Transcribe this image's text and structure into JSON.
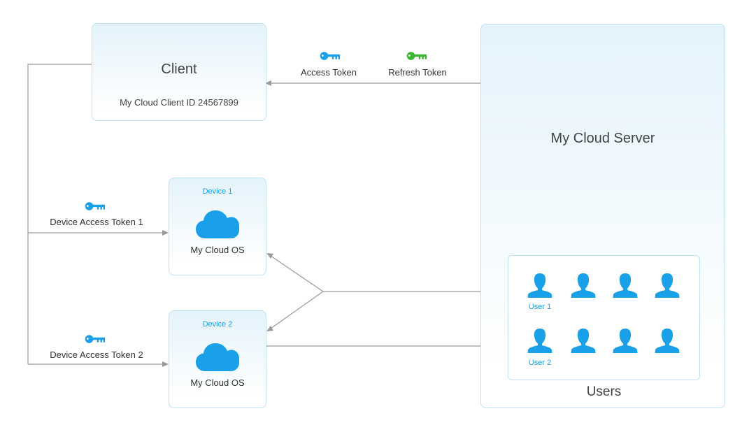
{
  "client": {
    "title": "Client",
    "client_id": "My Cloud Client ID 24567899"
  },
  "tokens": {
    "access": "Access Token",
    "refresh": "Refresh Token"
  },
  "server": {
    "title": "My Cloud Server"
  },
  "devices": [
    {
      "name": "Device 1",
      "os": "My Cloud OS",
      "token": "Device Access Token 1"
    },
    {
      "name": "Device 2",
      "os": "My Cloud OS",
      "token": "Device Access Token 2"
    }
  ],
  "users": {
    "title": "Users",
    "user1": "User 1",
    "user2": "User 2"
  },
  "colors": {
    "accent": "#1aa0e8",
    "refresh_key": "#3bb52f",
    "border": "#bfe2f2",
    "line": "#999999"
  },
  "icons": [
    "key-icon",
    "cloud-icon",
    "user-icon"
  ]
}
